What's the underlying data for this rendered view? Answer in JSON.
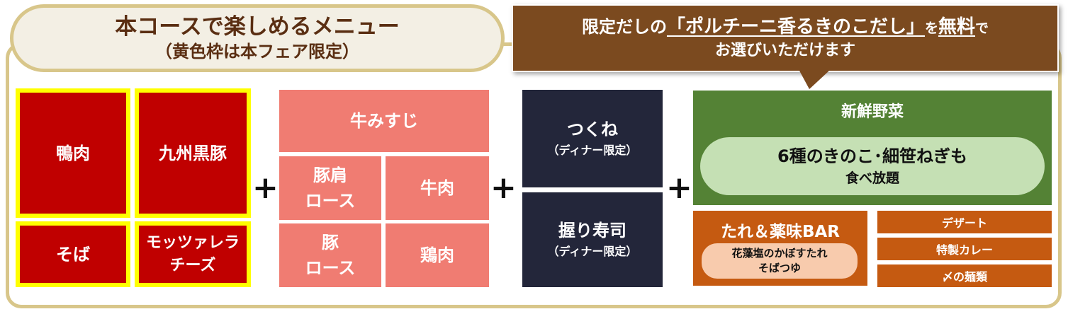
{
  "title": {
    "main": "本コースで楽しめるメニュー",
    "sub": "（黄色枠は本フェア限定）"
  },
  "callout": {
    "part1": "限定だしの",
    "highlight": "「ポルチーニ香るきのこだし」",
    "part2": "を",
    "free": "無料",
    "part3": "で",
    "line2": "お選びいただけます"
  },
  "fair_items": [
    "鴨肉",
    "九州黒豚",
    "そば",
    "モッツァレラ\nチーズ"
  ],
  "beef_group": {
    "header": "牛みすじ",
    "items": [
      "豚肩\nロース",
      "牛肉",
      "豚\nロース",
      "鶏肉"
    ]
  },
  "dinner_items": [
    {
      "name": "つくね",
      "note": "（ディナー限定）"
    },
    {
      "name": "握り寿司",
      "note": "（ディナー限定）"
    }
  ],
  "plus_sign": "+",
  "veg": {
    "title": "新鮮野菜",
    "line1": "6種のきのこ･細笹ねぎも",
    "line2": "食べ放題"
  },
  "sauce_bar": {
    "title": "たれ＆薬味BAR",
    "line1": "花藻塩のかぼすたれ",
    "line2": "そばつゆ"
  },
  "extras": [
    "デザート",
    "特製カレー",
    "〆の麺類"
  ],
  "colors": {
    "fair_red": "#c00000",
    "fair_border": "#ffff00",
    "salmon": "#f07c72",
    "navy": "#23263a",
    "green": "#548235",
    "light_green": "#c5e0b4",
    "orange": "#c55a11",
    "peach": "#f8cbad",
    "brown": "#7b4a1f",
    "gold_border": "#d8c68a"
  }
}
